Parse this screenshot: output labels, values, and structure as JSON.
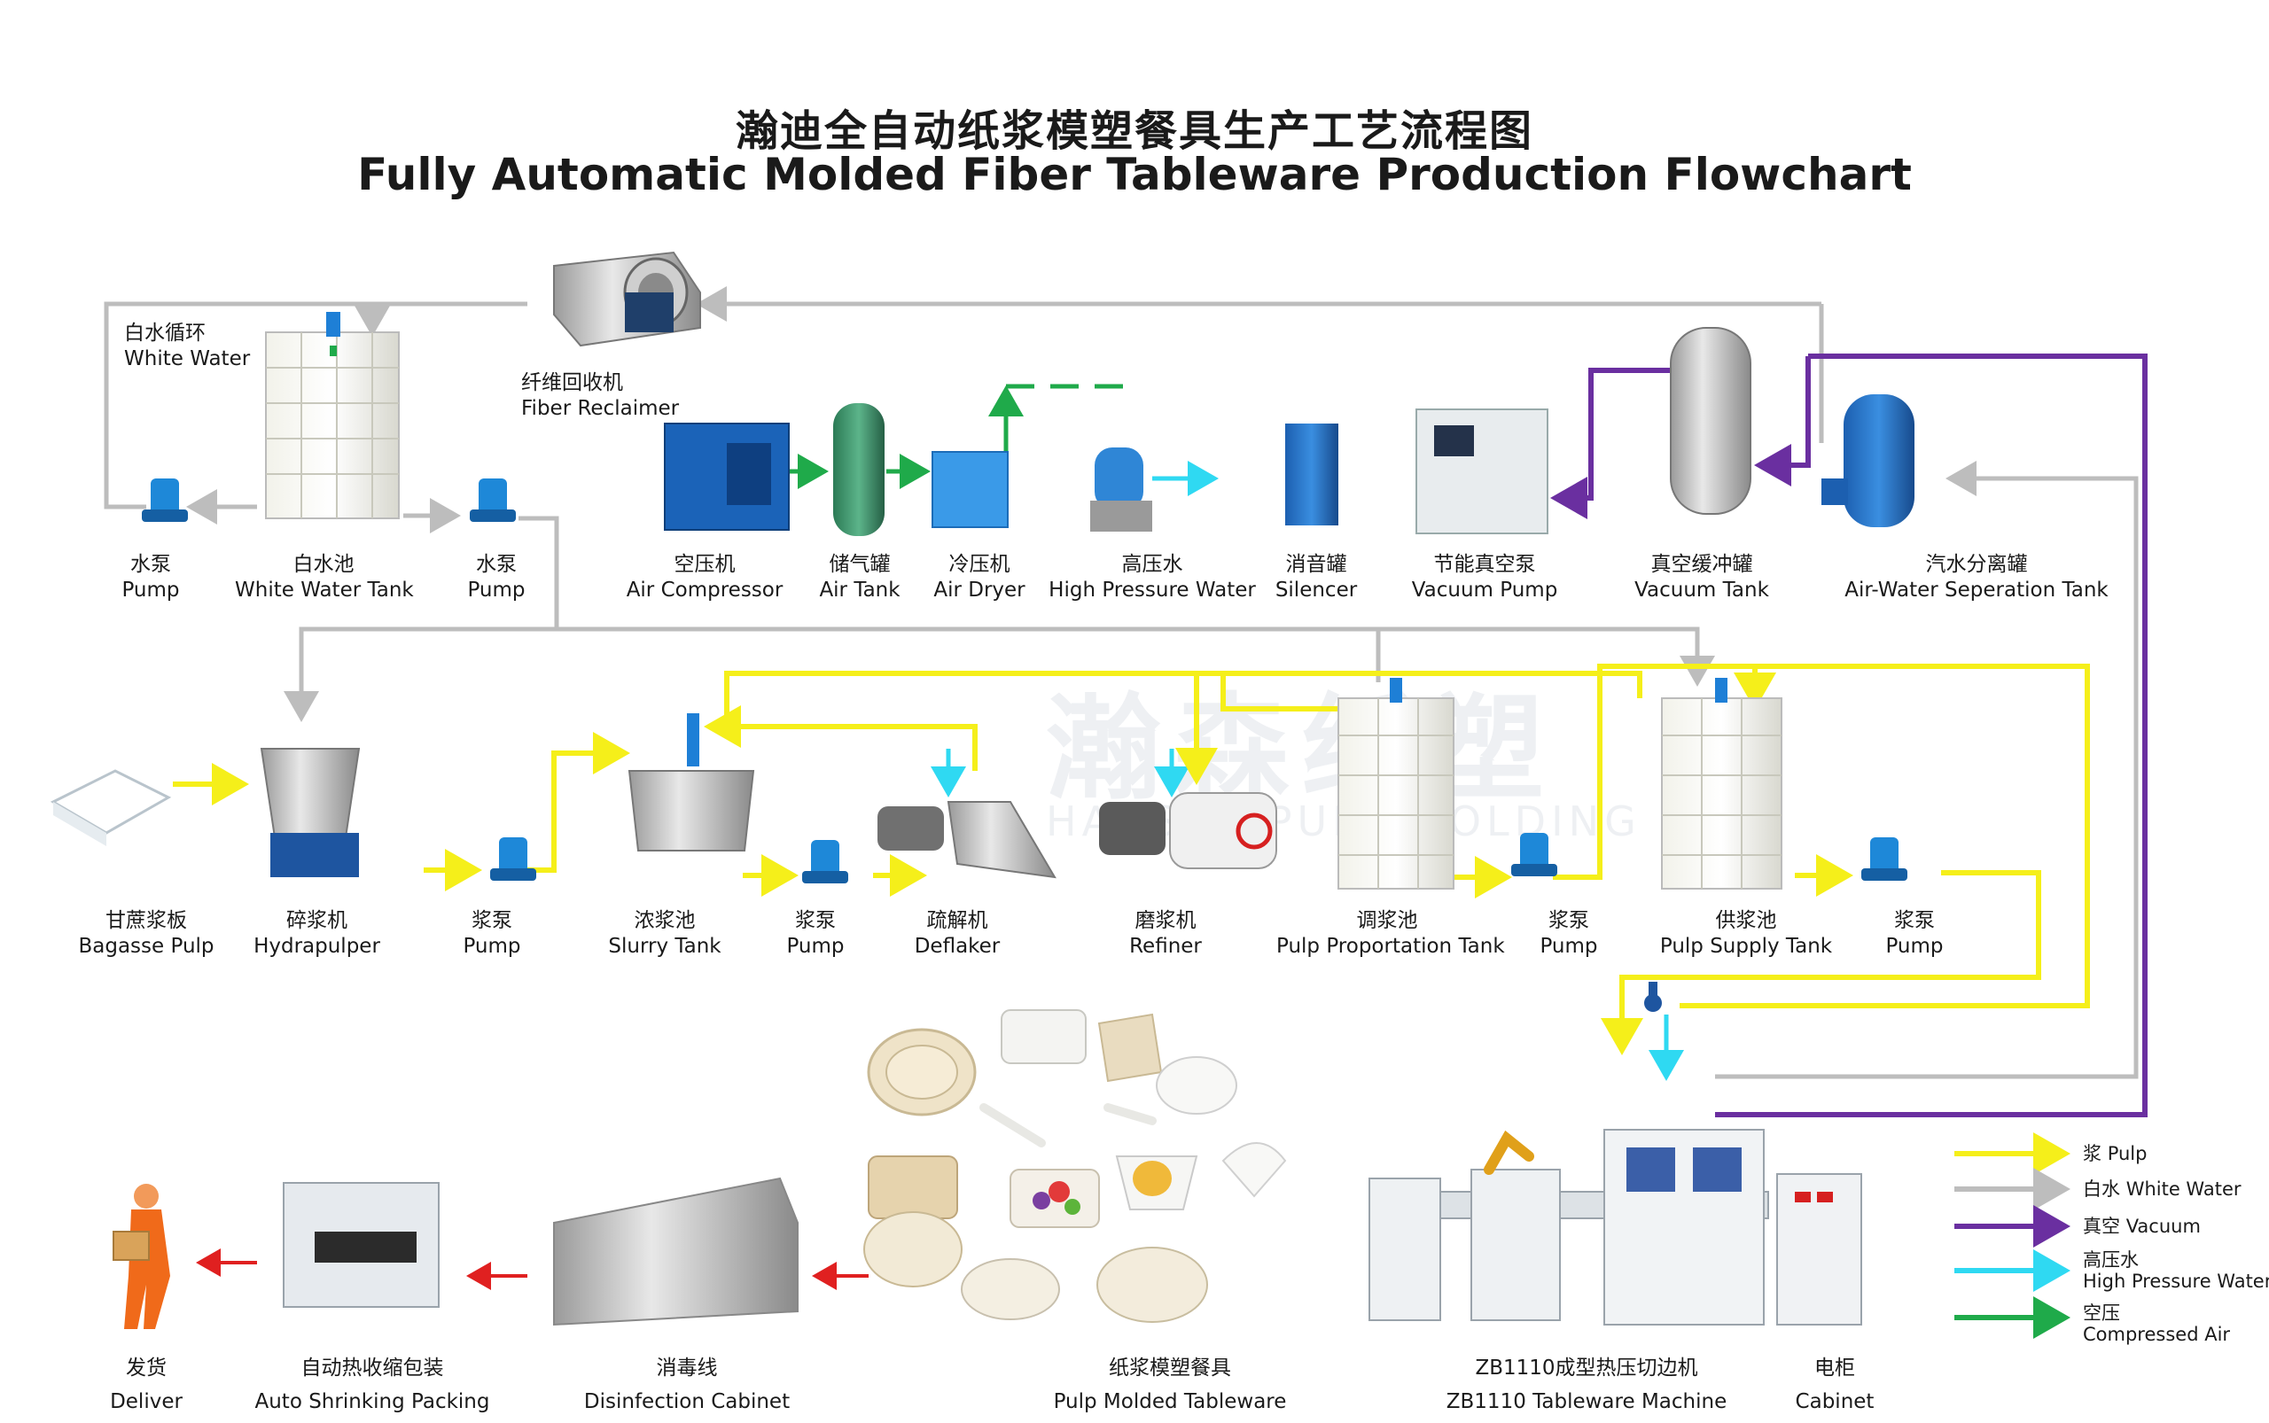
{
  "title": {
    "zh": "瀚迪全自动纸浆模塑餐具生产工艺流程图",
    "en": "Fully Automatic Molded Fiber Tableware Production Flowchart"
  },
  "watermark": {
    "main": "瀚森纸塑",
    "sub": "HANSEN PULP MOLDING"
  },
  "colors": {
    "pulp": "#f5ef1a",
    "white_water": "#bdbdbd",
    "vacuum": "#6a2fa0",
    "high_pressure_water": "#2fd9f2",
    "compressed_air": "#1faa4a",
    "finished_flow": "#e02020"
  },
  "nodes": {
    "white_water_cycle": {
      "zh": "白水循环",
      "en": "White Water"
    },
    "fiber_reclaimer": {
      "zh": "纤维回收机",
      "en": "Fiber Reclaimer"
    },
    "pump_ww1": {
      "zh": "水泵",
      "en": "Pump"
    },
    "white_water_tank": {
      "zh": "白水池",
      "en": "White Water Tank"
    },
    "pump_ww2": {
      "zh": "水泵",
      "en": "Pump"
    },
    "air_compressor": {
      "zh": "空压机",
      "en": "Air Compressor"
    },
    "air_tank": {
      "zh": "储气罐",
      "en": "Air Tank"
    },
    "air_dryer": {
      "zh": "冷压机",
      "en": "Air Dryer"
    },
    "high_pressure_water": {
      "zh": "高压水",
      "en": "High Pressure Water"
    },
    "silencer": {
      "zh": "消音罐",
      "en": "Silencer"
    },
    "vacuum_pump": {
      "zh": "节能真空泵",
      "en": "Vacuum Pump"
    },
    "vacuum_tank": {
      "zh": "真空缓冲罐",
      "en": "Vacuum Tank"
    },
    "air_water_tank": {
      "zh": "汽水分离罐",
      "en": "Air-Water  Seperation Tank"
    },
    "bagasse_pulp": {
      "zh": "甘蔗浆板",
      "en": "Bagasse Pulp"
    },
    "hydrapulper": {
      "zh": "碎浆机",
      "en": "Hydrapulper"
    },
    "pump_p1": {
      "zh": "浆泵",
      "en": "Pump"
    },
    "slurry_tank": {
      "zh": "浓浆池",
      "en": "Slurry Tank"
    },
    "pump_p2": {
      "zh": "浆泵",
      "en": "Pump"
    },
    "deflaker": {
      "zh": "疏解机",
      "en": "Deflaker"
    },
    "refiner": {
      "zh": "磨浆机",
      "en": "Refiner"
    },
    "pulp_proportion_tank": {
      "zh": "调浆池",
      "en": "Pulp Proportation Tank"
    },
    "pump_p3": {
      "zh": "浆泵",
      "en": "Pump"
    },
    "pulp_supply_tank": {
      "zh": "供浆池",
      "en": "Pulp Supply Tank"
    },
    "pump_p4": {
      "zh": "浆泵",
      "en": "Pump"
    },
    "deliver": {
      "zh": "发货",
      "en": "Deliver"
    },
    "auto_packing": {
      "zh": "自动热收缩包装",
      "en": "Auto Shrinking Packing"
    },
    "disinfection": {
      "zh": "消毒线",
      "en": "Disinfection Cabinet"
    },
    "tableware": {
      "zh": "纸浆模塑餐具",
      "en": "Pulp Molded Tableware"
    },
    "machine": {
      "zh": "ZB1110成型热压切边机",
      "en": "ZB1110 Tableware Machine"
    },
    "cabinet": {
      "zh": "电柜",
      "en": "Cabinet"
    }
  },
  "legend": [
    {
      "zh": "浆",
      "en": "Pulp",
      "color": "#f5ef1a"
    },
    {
      "zh": "白水",
      "en": "White Water",
      "color": "#bdbdbd"
    },
    {
      "zh": "真空",
      "en": "Vacuum",
      "color": "#6a2fa0"
    },
    {
      "zh": "高压水",
      "en": "High Pressure Water",
      "color": "#2fd9f2"
    },
    {
      "zh": "空压",
      "en": "Compressed Air",
      "color": "#1faa4a"
    }
  ]
}
